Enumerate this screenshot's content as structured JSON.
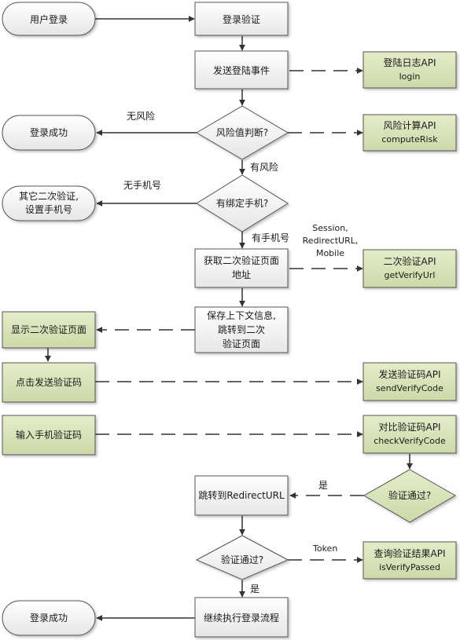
{
  "nodes": {
    "user_login": "用户登录",
    "login_verify": "登录验证",
    "send_login_event": "发送登陆事件",
    "login_log_api": [
      "登陆日志API",
      "login"
    ],
    "risk_judge": "风险值判断?",
    "risk_api": [
      "风险计算API",
      "computeRisk"
    ],
    "login_success_1": "登录成功",
    "bind_phone": "有绑定手机?",
    "other_verify": [
      "其它二次验证,",
      "设置手机号"
    ],
    "get_verify_page": [
      "获取二次验证页面",
      "地址"
    ],
    "verify_url_api": [
      "二次验证API",
      "getVerifyUrl"
    ],
    "save_context": [
      "保存上下文信息,",
      "跳转到二次",
      "验证页面"
    ],
    "show_verify_page": "显示二次验证页面",
    "click_send_code": "点击发送验证码",
    "send_code_api": [
      "发送验证码API",
      "sendVerifyCode"
    ],
    "input_code": "输入手机验证码",
    "check_code_api": [
      "对比验证码API",
      "checkVerifyCode"
    ],
    "verify_pass_1": "验证通过?",
    "redirect": "跳转到RedirectURL",
    "verify_pass_2": "验证通过?",
    "query_api": [
      "查询验证结果API",
      "isVerifyPassed"
    ],
    "login_success_2": "登录成功",
    "continue_login": "继续执行登录流程"
  },
  "edge_labels": {
    "no_risk": "无风险",
    "has_risk": "有风险",
    "no_phone": "无手机号",
    "has_phone": "有手机号",
    "session_params": [
      "Session,",
      "RedirectURL,",
      "Mobile"
    ],
    "yes_1": "是",
    "token": "Token",
    "yes_2": "是"
  },
  "colors": {
    "node_fill": "#f2f2f2",
    "api_fill": "#d9e3bd",
    "stroke": "#555555",
    "line": "#333333"
  }
}
